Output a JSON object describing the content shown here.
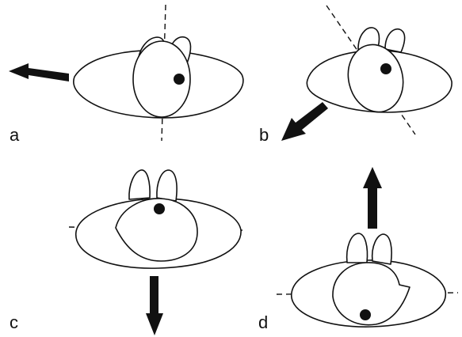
{
  "panels": [
    {
      "id": "a",
      "label": "a"
    },
    {
      "id": "b",
      "label": "b"
    },
    {
      "id": "c",
      "label": "c"
    },
    {
      "id": "d",
      "label": "d"
    }
  ],
  "colors": {
    "ink": "#111111",
    "background": "#ffffff"
  }
}
